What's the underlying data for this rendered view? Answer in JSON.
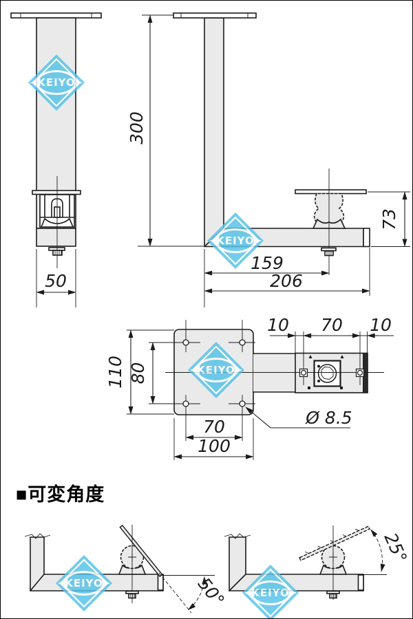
{
  "watermark": {
    "text": "KEIYO",
    "color": "#54c1e8"
  },
  "section": {
    "title": "■可変角度"
  },
  "dimensions": {
    "front": {
      "width": "50"
    },
    "side": {
      "height": "300",
      "head_height": "73",
      "joint_offset": "159",
      "arm_length": "206"
    },
    "top": {
      "plate_depth": "110",
      "hole_pitch_vertical": "80",
      "hole_pitch_horizontal": "70",
      "plate_width": "100",
      "head_margin_left": "10",
      "head_hole_pitch": "70",
      "head_margin_right": "10",
      "hole_diameter": "Ø 8.5"
    },
    "angles": {
      "down": "50°",
      "up": "25°"
    }
  }
}
